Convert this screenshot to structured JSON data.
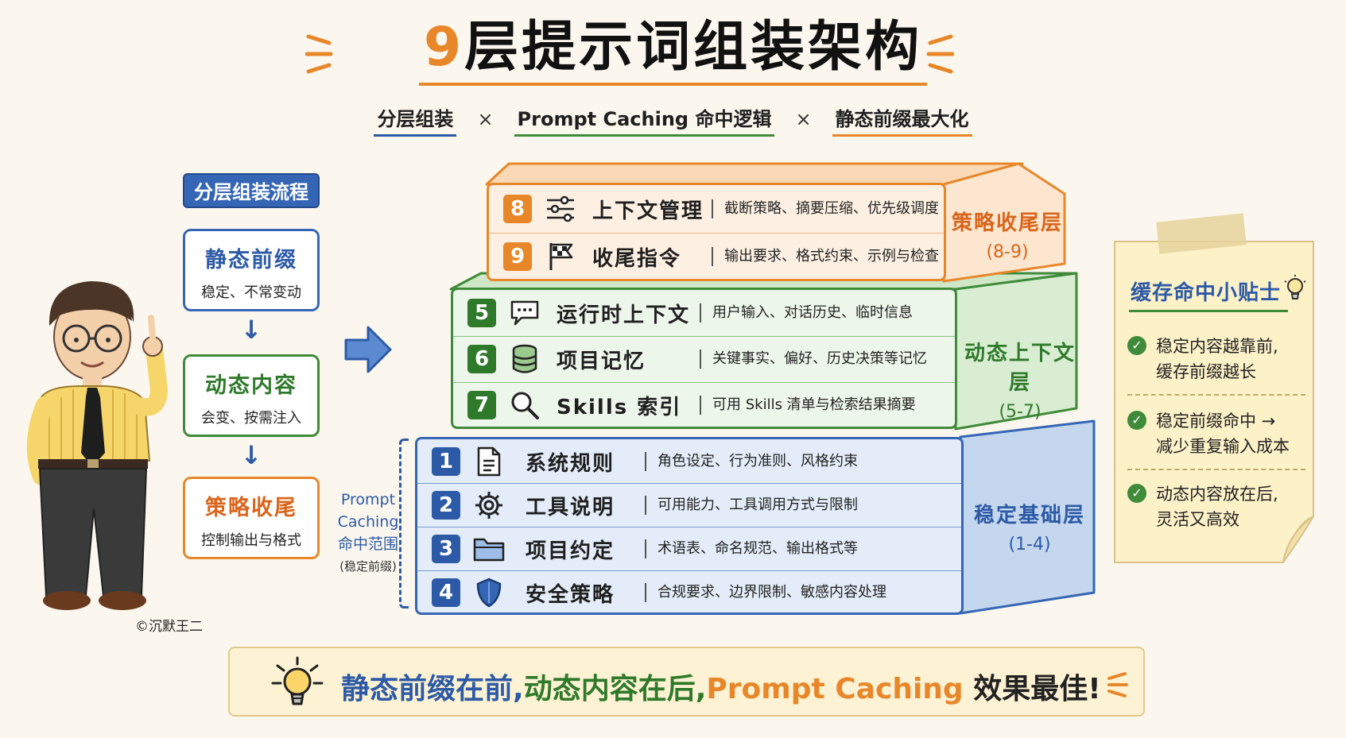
{
  "title": {
    "number": "9",
    "rest": "层提示词组装架构"
  },
  "subtitle": {
    "part1": "分层组装",
    "part2": "Prompt Caching 命中逻辑",
    "part3": "静态前缀最大化",
    "separator": "×"
  },
  "flow": {
    "header": "分层组装流程",
    "steps": [
      {
        "title": "静态前缀",
        "sub": "稳定、不常变动"
      },
      {
        "title": "动态内容",
        "sub": "会变、按需注入"
      },
      {
        "title": "策略收尾",
        "sub": "控制输出与格式"
      }
    ],
    "arrow": "↓"
  },
  "caching_scope": {
    "l1": "Prompt",
    "l2": "Caching",
    "l3": "命中范围",
    "l4": "(稳定前缀)"
  },
  "tiers": {
    "top": {
      "label": "策略收尾层",
      "range": "(8-9)",
      "color": "#e8872a",
      "rows": [
        {
          "num": "8",
          "name": "上下文管理",
          "desc": "截断策略、摘要压缩、优先级调度",
          "icon": "sliders-icon"
        },
        {
          "num": "9",
          "name": "收尾指令",
          "desc": "输出要求、格式约束、示例与检查",
          "icon": "flag-icon"
        }
      ]
    },
    "middle": {
      "label": "动态上下文层",
      "range": "(5-7)",
      "color": "#3f8b3a",
      "rows": [
        {
          "num": "5",
          "name": "运行时上下文",
          "desc": "用户输入、对话历史、临时信息",
          "icon": "chat-icon"
        },
        {
          "num": "6",
          "name": "项目记忆",
          "desc": "关键事实、偏好、历史决策等记忆",
          "icon": "database-icon"
        },
        {
          "num": "7",
          "name": "Skills 索引",
          "desc": "可用 Skills 清单与检索结果摘要",
          "icon": "search-icon"
        }
      ]
    },
    "bottom": {
      "label": "稳定基础层",
      "range": "(1-4)",
      "color": "#3566b5",
      "rows": [
        {
          "num": "1",
          "name": "系统规则",
          "desc": "角色设定、行为准则、风格约束",
          "icon": "document-icon"
        },
        {
          "num": "2",
          "name": "工具说明",
          "desc": "可用能力、工具调用方式与限制",
          "icon": "gear-icon"
        },
        {
          "num": "3",
          "name": "项目约定",
          "desc": "术语表、命名规范、输出格式等",
          "icon": "folder-icon"
        },
        {
          "num": "4",
          "name": "安全策略",
          "desc": "合规要求、边界限制、敏感内容处理",
          "icon": "shield-icon"
        }
      ]
    }
  },
  "note": {
    "title": "缓存命中小贴士",
    "tips": [
      {
        "l1": "稳定内容越靠前,",
        "l2": "缓存前缀越长"
      },
      {
        "l1": "稳定前缀命中 →",
        "l2": "减少重复输入成本"
      },
      {
        "l1": "动态内容放在后,",
        "l2": "灵活又高效"
      }
    ]
  },
  "banner": {
    "p1": "静态前缀在前,",
    "p2": "动态内容在后,",
    "p3": "Prompt Caching",
    "p4": "效果最佳!"
  },
  "copyright": "©沉默王二"
}
